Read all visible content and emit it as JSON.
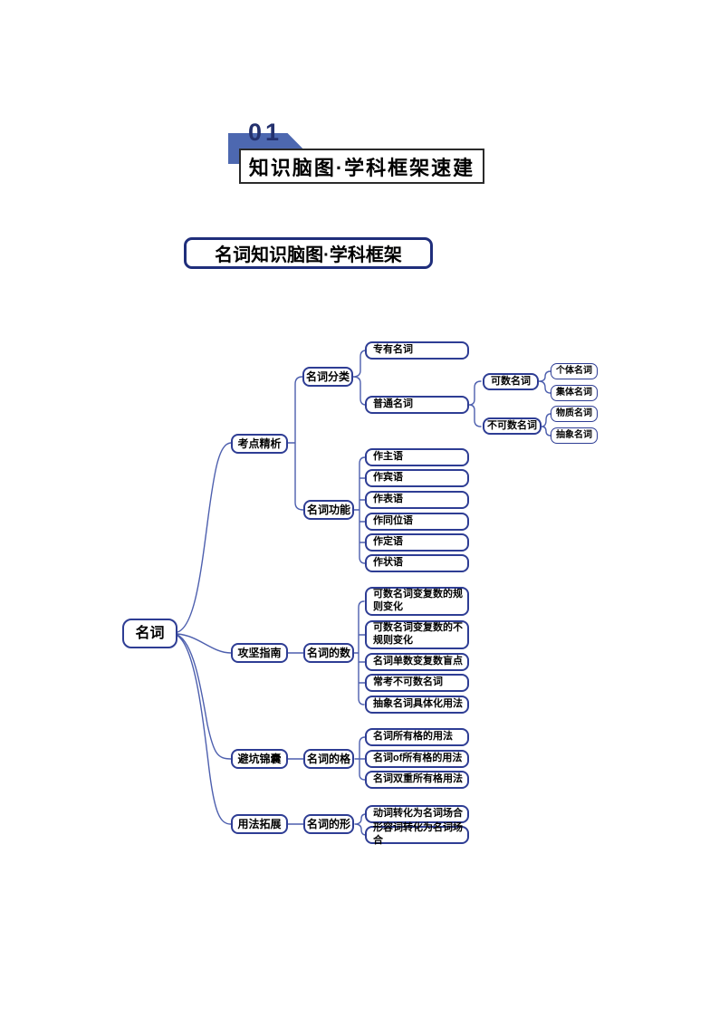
{
  "header": {
    "number": "01",
    "title": "知识脑图·学科框架速建",
    "accent_color": "#4d68b0",
    "number_color": "#24316e"
  },
  "section_title": {
    "text": "名词知识脑图·学科框架"
  },
  "mindmap": {
    "colors": {
      "box_border": "#2e3d94",
      "connector_line": "#4d5fae",
      "text": "#000000"
    },
    "root": {
      "label": "名词"
    },
    "branches": [
      {
        "label": "考点精析",
        "children": [
          {
            "label": "名词分类",
            "children": [
              {
                "label": "专有名词"
              },
              {
                "label": "普通名词",
                "children": [
                  {
                    "label": "可数名词",
                    "children": [
                      {
                        "label": "个体名词"
                      },
                      {
                        "label": "集体名词"
                      }
                    ]
                  },
                  {
                    "label": "不可数名词",
                    "children": [
                      {
                        "label": "物质名词"
                      },
                      {
                        "label": "抽象名词"
                      }
                    ]
                  }
                ]
              }
            ]
          },
          {
            "label": "名词功能",
            "children": [
              {
                "label": "作主语"
              },
              {
                "label": "作宾语"
              },
              {
                "label": "作表语"
              },
              {
                "label": "作同位语"
              },
              {
                "label": "作定语"
              },
              {
                "label": "作状语"
              }
            ]
          }
        ]
      },
      {
        "label": "攻坚指南",
        "children": [
          {
            "label": "名词的数",
            "children": [
              {
                "label": "可数名词变复数的规则变化"
              },
              {
                "label": "可数名词变复数的不规则变化"
              },
              {
                "label": "名词单数变复数盲点"
              },
              {
                "label": "常考不可数名词"
              },
              {
                "label": "抽象名词具体化用法"
              }
            ]
          }
        ]
      },
      {
        "label": "避坑锦囊",
        "children": [
          {
            "label": "名词的格",
            "children": [
              {
                "label": "名词所有格的用法"
              },
              {
                "label": "名词of所有格的用法"
              },
              {
                "label": "名词双重所有格用法"
              }
            ]
          }
        ]
      },
      {
        "label": "用法拓展",
        "children": [
          {
            "label": "名词的形",
            "children": [
              {
                "label": "动词转化为名词场合"
              },
              {
                "label": "形容词转化为名词场合"
              }
            ]
          }
        ]
      }
    ]
  }
}
